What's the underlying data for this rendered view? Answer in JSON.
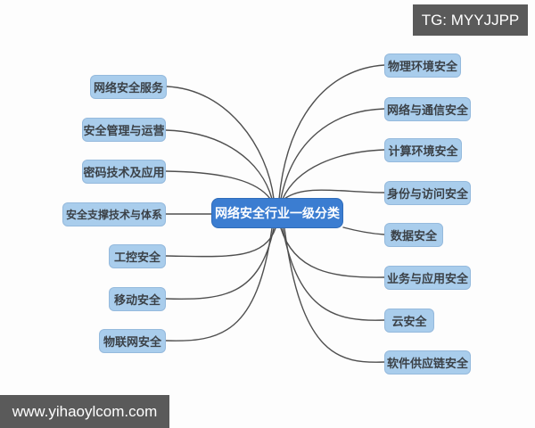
{
  "watermarks": {
    "top_right": "TG: MYYJJPP",
    "bottom_left": "www.yihaoylcom.com"
  },
  "center": {
    "label": "网络安全行业一级分类"
  },
  "left_branches": [
    {
      "label": "网络安全服务"
    },
    {
      "label": "安全管理与运营"
    },
    {
      "label": "密码技术及应用"
    },
    {
      "label": "安全支撑技术与体系"
    },
    {
      "label": "工控安全"
    },
    {
      "label": "移动安全"
    },
    {
      "label": "物联网安全"
    }
  ],
  "right_branches": [
    {
      "label": "物理环境安全"
    },
    {
      "label": "网络与通信安全"
    },
    {
      "label": "计算环境安全"
    },
    {
      "label": "身份与访问安全"
    },
    {
      "label": "数据安全"
    },
    {
      "label": "业务与应用安全"
    },
    {
      "label": "云安全"
    },
    {
      "label": "软件供应链安全"
    }
  ],
  "colors": {
    "background": "#fdfdfd",
    "center_fill": "#3b7dd1",
    "center_text": "#ffffff",
    "branch_fill": "#a9cdec",
    "branch_text": "#3b4147",
    "connector_line": "#4f4f4f",
    "watermark_bg": "#5a5a5a",
    "watermark_text": "#ffffff"
  }
}
